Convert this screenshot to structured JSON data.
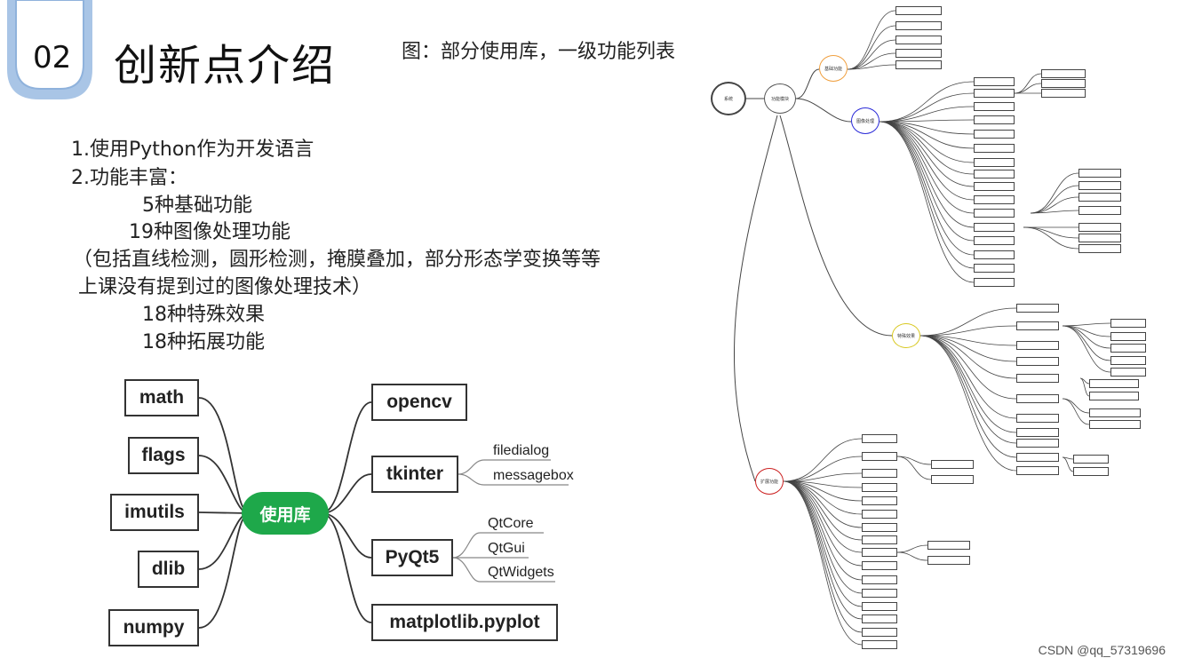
{
  "badge": {
    "number": "02"
  },
  "title": "创新点介绍",
  "caption": "图：部分使用库，一级功能列表",
  "intro": [
    "1.使用Python作为开发语言",
    "2.功能丰富：",
    "5种基础功能",
    "19种图像处理功能",
    "（包括直线检测，圆形检测，掩膜叠加，部分形态学变换等等",
    "上课没有提到过的图像处理技术）",
    "18种特殊效果",
    "18种拓展功能"
  ],
  "library_map": {
    "center": "使用库",
    "left": [
      "math",
      "flags",
      "imutils",
      "dlib",
      "numpy"
    ],
    "right": [
      {
        "label": "opencv",
        "children": []
      },
      {
        "label": "tkinter",
        "children": [
          "filedialog",
          "messagebox"
        ]
      },
      {
        "label": "PyQt5",
        "children": [
          "QtCore",
          "QtGui",
          "QtWidgets"
        ]
      },
      {
        "label": "matplotlib.pyplot",
        "children": []
      }
    ]
  },
  "overview_map": {
    "root": "系统",
    "hub": "功能模块",
    "branches": [
      "基础功能",
      "图像处理",
      "特殊效果",
      "扩展功能"
    ],
    "colors": {
      "basic": "#f0a040",
      "image": "#2b2bd8",
      "special": "#d8c820",
      "extend": "#cc2222"
    }
  },
  "footer": "CSDN @qq_57319696"
}
